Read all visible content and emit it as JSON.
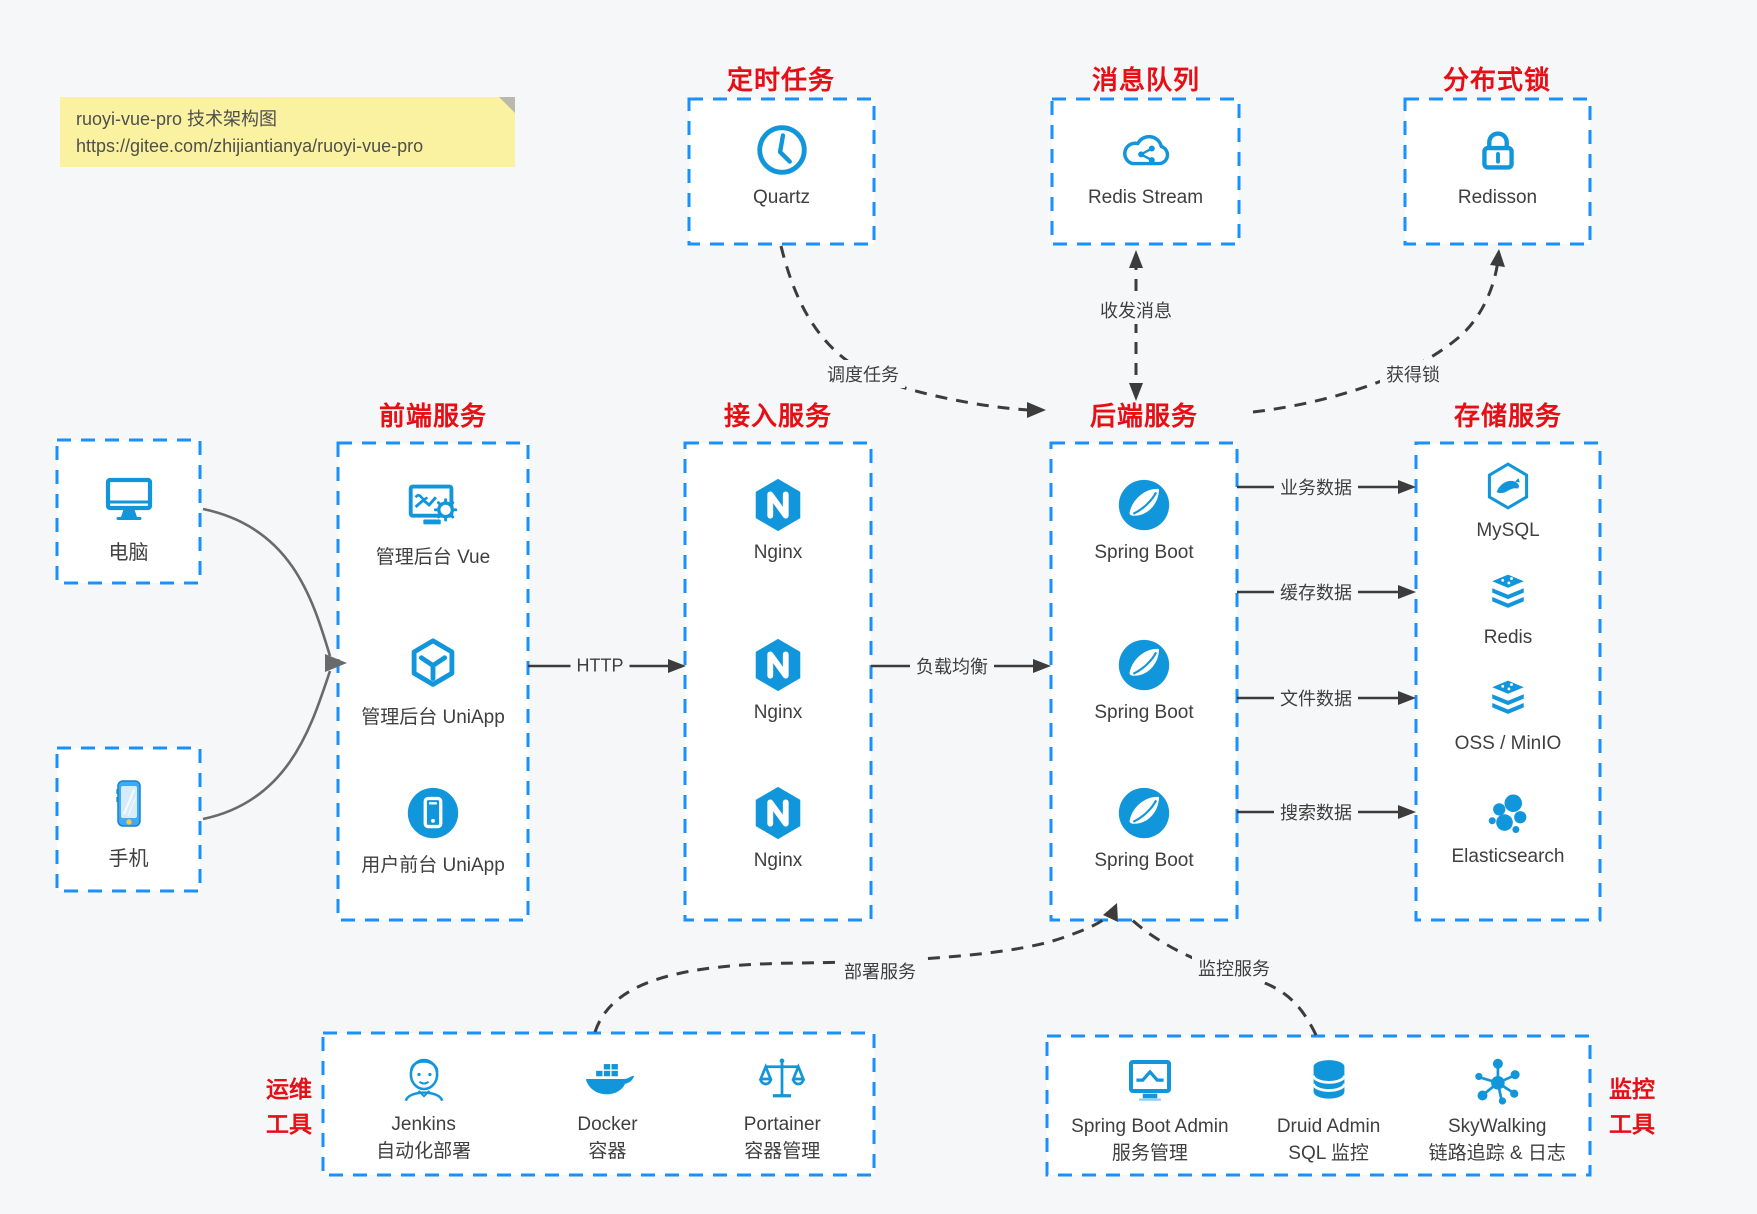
{
  "note": {
    "line1": "ruoyi-vue-pro 技术架构图",
    "line2": "https://gitee.com/zhijiantianya/ruoyi-vue-pro"
  },
  "top_services": [
    {
      "title": "定时任务",
      "item": {
        "label": "Quartz",
        "icon": "clock-icon"
      }
    },
    {
      "title": "消息队列",
      "item": {
        "label": "Redis Stream",
        "icon": "cloud-mq-icon"
      }
    },
    {
      "title": "分布式锁",
      "item": {
        "label": "Redisson",
        "icon": "lock-icon"
      }
    }
  ],
  "clients": [
    {
      "label": "电脑",
      "icon": "desktop-icon"
    },
    {
      "label": "手机",
      "icon": "mobile-icon"
    }
  ],
  "service_columns": [
    {
      "title": "前端服务",
      "items": [
        {
          "label": "管理后台 Vue",
          "icon": "admin-vue-icon"
        },
        {
          "label": "管理后台 UniApp",
          "icon": "uniapp-cube-icon"
        },
        {
          "label": "用户前台 UniApp",
          "icon": "user-app-icon"
        }
      ]
    },
    {
      "title": "接入服务",
      "items": [
        {
          "label": "Nginx",
          "icon": "nginx-icon"
        },
        {
          "label": "Nginx",
          "icon": "nginx-icon"
        },
        {
          "label": "Nginx",
          "icon": "nginx-icon"
        }
      ]
    },
    {
      "title": "后端服务",
      "items": [
        {
          "label": "Spring Boot",
          "icon": "spring-icon"
        },
        {
          "label": "Spring Boot",
          "icon": "spring-icon"
        },
        {
          "label": "Spring Boot",
          "icon": "spring-icon"
        }
      ]
    },
    {
      "title": "存储服务",
      "items": [
        {
          "label": "MySQL",
          "icon": "mysql-icon"
        },
        {
          "label": "Redis",
          "icon": "redis-icon"
        },
        {
          "label": "OSS / MinIO",
          "icon": "oss-icon"
        },
        {
          "label": "Elasticsearch",
          "icon": "elasticsearch-icon"
        }
      ]
    }
  ],
  "tool_groups": [
    {
      "title_lines": [
        "运维",
        "工具"
      ],
      "items": [
        {
          "name": "Jenkins",
          "desc": "自动化部署",
          "icon": "jenkins-icon"
        },
        {
          "name": "Docker",
          "desc": "容器",
          "icon": "docker-icon"
        },
        {
          "name": "Portainer",
          "desc": "容器管理",
          "icon": "portainer-icon"
        }
      ]
    },
    {
      "title_lines": [
        "监控",
        "工具"
      ],
      "items": [
        {
          "name": "Spring Boot Admin",
          "desc": "服务管理",
          "icon": "spring-boot-admin-icon"
        },
        {
          "name": "Druid Admin",
          "desc": "SQL 监控",
          "icon": "druid-icon"
        },
        {
          "name": "SkyWalking",
          "desc": "链路追踪 & 日志",
          "icon": "skywalking-icon"
        }
      ]
    }
  ],
  "edges": {
    "schedule": "调度任务",
    "mq": "收发消息",
    "lock": "获得锁",
    "http": "HTTP",
    "lb": "负载均衡",
    "biz": "业务数据",
    "cache": "缓存数据",
    "file": "文件数据",
    "search": "搜索数据",
    "deploy": "部署服务",
    "monitor": "监控服务"
  },
  "colors": {
    "box_border_blue": "#1890ff",
    "icon_blue": "#1296db",
    "title_red": "#e60f16",
    "wire_dark": "#3c3c3c",
    "client_wire_gray": "#6a6a6a",
    "background": "#f6f7f8",
    "note_yellow": "#faf2a0"
  }
}
